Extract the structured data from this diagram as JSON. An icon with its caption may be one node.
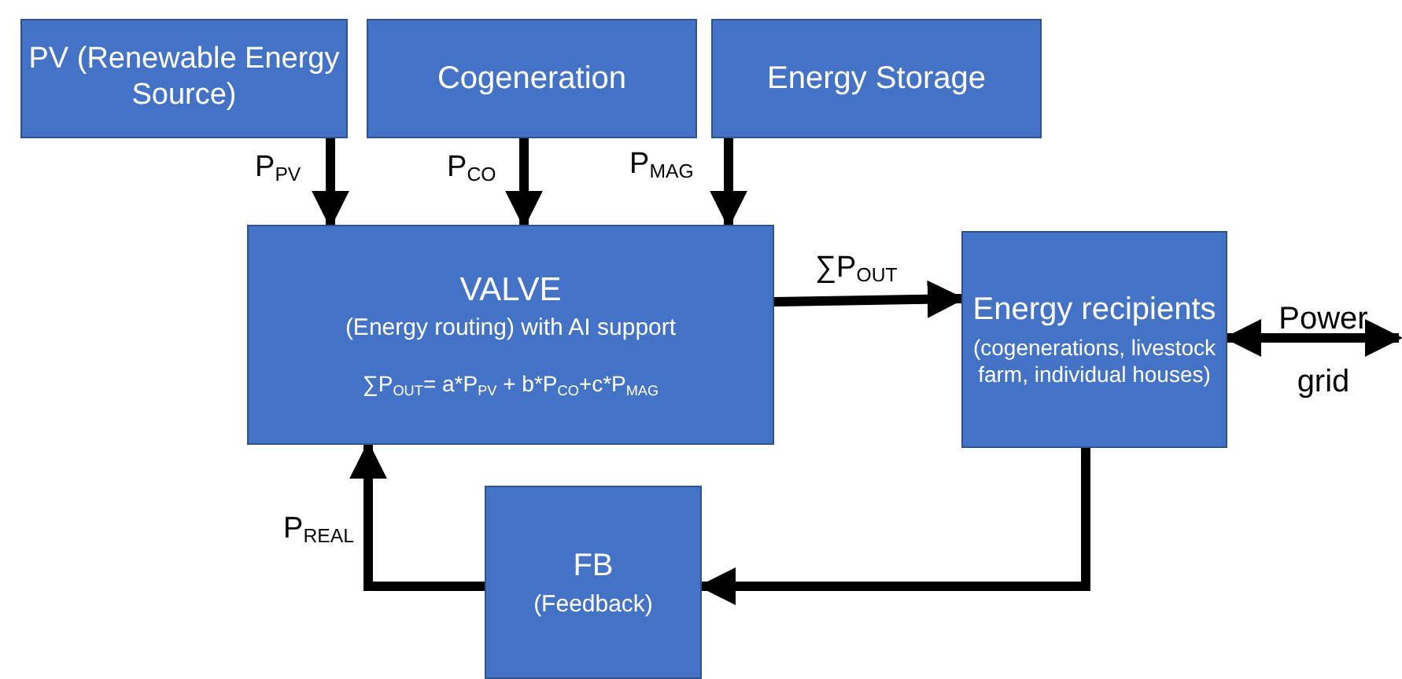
{
  "diagram": {
    "nodes": [
      {
        "text": [
          "PV (Renewable Energy Source)"
        ]
      },
      {
        "text": [
          "Cogeneration"
        ]
      },
      {
        "text": [
          "Energy Storage"
        ]
      },
      {
        "text": [
          "VALVE",
          "(Energy routing) with AI support",
          "∑P$_{OUT}$= a*P$_{PV}$ + b*P$_{CO}$+c*P$_{MAG}$"
        ]
      },
      {
        "text": [
          "Energy recipients",
          "(cogenerations, livestock farm, individual houses)"
        ]
      },
      {
        "text": [
          "FB",
          "(Feedback)"
        ]
      }
    ],
    "edges": [
      {
        "from": 0,
        "to": 3,
        "arrow": "to",
        "label": "P$_{PV}$"
      },
      {
        "from": 1,
        "to": 3,
        "arrow": "to",
        "label": "P$_{CO}$"
      },
      {
        "from": 2,
        "to": 3,
        "arrow": "to",
        "label": "P$_{MAG}$"
      },
      {
        "from": 3,
        "to": 4,
        "arrow": "to",
        "label": "∑P$_{OUT}$"
      },
      {
        "from": 4,
        "to": 5,
        "arrow": "to"
      },
      {
        "from": 5,
        "to": 3,
        "arrow": "to",
        "label": "P$_{REAL}$"
      },
      {
        "from": 4,
        "to": null,
        "arrow": "both",
        "label": "Power grid"
      }
    ]
  }
}
